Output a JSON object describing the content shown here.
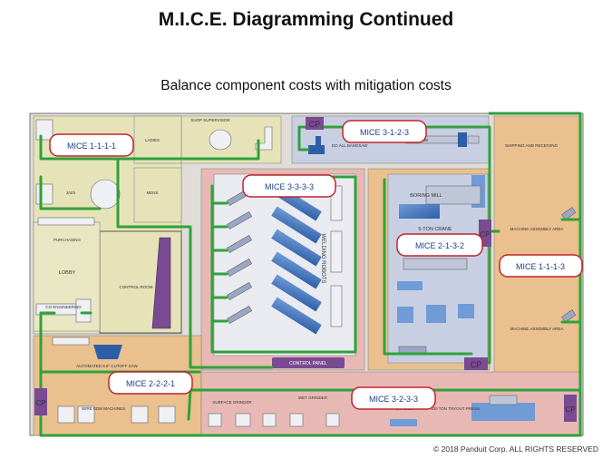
{
  "title": "M.I.C.E. Diagramming Continued",
  "subtitle": "Balance component costs with mitigation costs",
  "copyright": "© 2018 Panduit Corp. ALL RIGHTS RESERVED",
  "rooms": {
    "ladies": "LADIES",
    "shop_supervisor": "SHOP SUPERVISOR",
    "mens": "MENS",
    "purchasing": "PURCHASING",
    "lobby": "LOBBY",
    "engineering": "CO ENGINEERING",
    "control_room": "CONTROL ROOM",
    "welding_robots": "WELDING ROBOTS",
    "control_panel": "CONTROL PANEL",
    "boring_mill": "BORING MILL",
    "crane": "5-TON CRANE",
    "bandsaw": "DO ALL BANDSAW",
    "saw": "SAW",
    "shipping": "SHIPPING AND RECEIVING",
    "machine_assembly_1": "MACHINE ASSEMBLY AREA",
    "machine_assembly_2": "MACHINE ASSEMBLY AREA",
    "cutoff_saw": "AUTOMATED 6.5\" CUTOFF SAW",
    "wire_edm": "WIRE EDM MACHINES",
    "surface_grinder": "SURFACE GRINDER",
    "wet_grinder": "WET GRINDER",
    "grinder": "GRINDER",
    "press": "100 TON TRYOUT PRESS",
    "small_code": "3/4/5"
  },
  "callouts": [
    {
      "id": "mice-1-1-1-1",
      "text": "MICE 1-1-1-1"
    },
    {
      "id": "mice-3-1-2-3",
      "text": "MICE 3-1-2-3"
    },
    {
      "id": "mice-3-3-3-3",
      "text": "MICE 3-3-3-3"
    },
    {
      "id": "mice-2-1-3-2",
      "text": "MICE 2-1-3-2"
    },
    {
      "id": "mice-1-1-1-3",
      "text": "MICE 1-1-1-3"
    },
    {
      "id": "mice-2-2-2-1",
      "text": "MICE 2-2-2-1"
    },
    {
      "id": "mice-3-2-3-3",
      "text": "MICE 3-2-3-3"
    }
  ],
  "cp_label": "CP",
  "colors": {
    "office": "#e6e3b8",
    "welding": "#e8b9b4",
    "machine": "#e9c08e",
    "blue_zone": "#c9cfe2",
    "cable": "#2fa23a",
    "cp": "#7a4a93",
    "callout_border": "#c0242f",
    "callout_text": "#1c3f8a"
  }
}
